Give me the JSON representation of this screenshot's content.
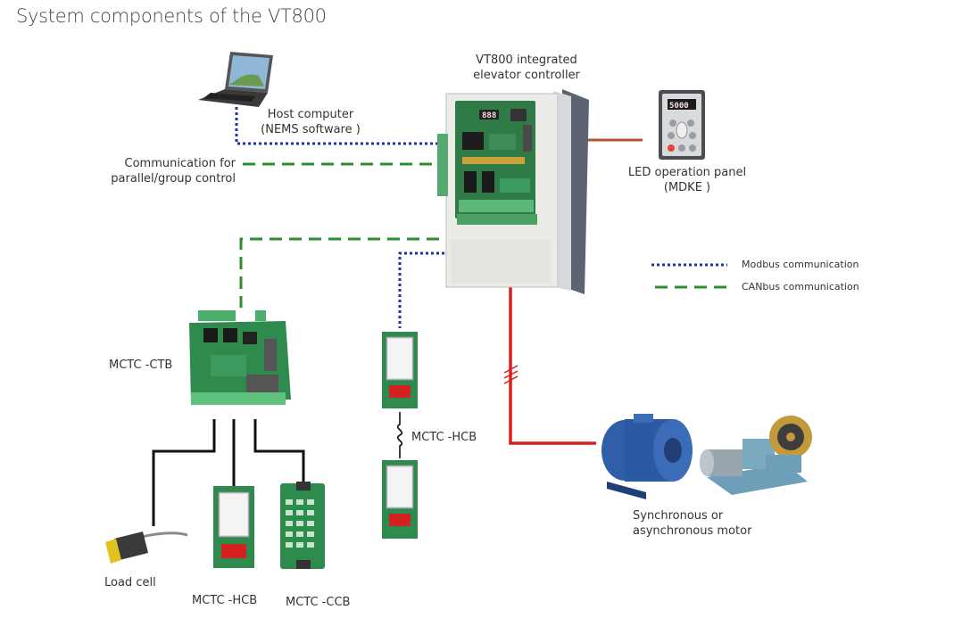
{
  "title": "System components of the VT800",
  "controller": {
    "label_line1": "VT800  integrated",
    "label_line2": "elevator controller"
  },
  "host_computer": {
    "line1": "Host computer",
    "line2": "(NEMS software )"
  },
  "parallel_control": {
    "line1": "Communication for",
    "line2": "parallel/group control"
  },
  "led_panel": {
    "line1": "LED operation panel",
    "line2": "(MDKE )",
    "display": "5000"
  },
  "legend": {
    "modbus": {
      "label": "Modbus communication",
      "color": "#1f2fb0"
    },
    "canbus": {
      "label": "CANbus communication",
      "color": "#2e8b2e"
    }
  },
  "ctb": {
    "label": "MCTC -CTB"
  },
  "hcb_chain": {
    "label": "MCTC -HCB"
  },
  "load_cell": {
    "label": "Load cell"
  },
  "hcb_car": {
    "label": "MCTC -HCB"
  },
  "ccb": {
    "label": "MCTC -CCB"
  },
  "motor": {
    "line1": "Synchronous or",
    "line2": "asynchronous motor"
  },
  "colors": {
    "power_line": "#d62020",
    "panel_link": "#b5562a",
    "wire": "#111111",
    "board": "#2f8a4e"
  },
  "icons": [
    "laptop-icon",
    "controller-cabinet-icon",
    "keypad-panel-icon",
    "control-board-icon",
    "display-board-icon",
    "call-board-icon",
    "sensor-icon",
    "motor-icon",
    "traction-machine-icon"
  ]
}
